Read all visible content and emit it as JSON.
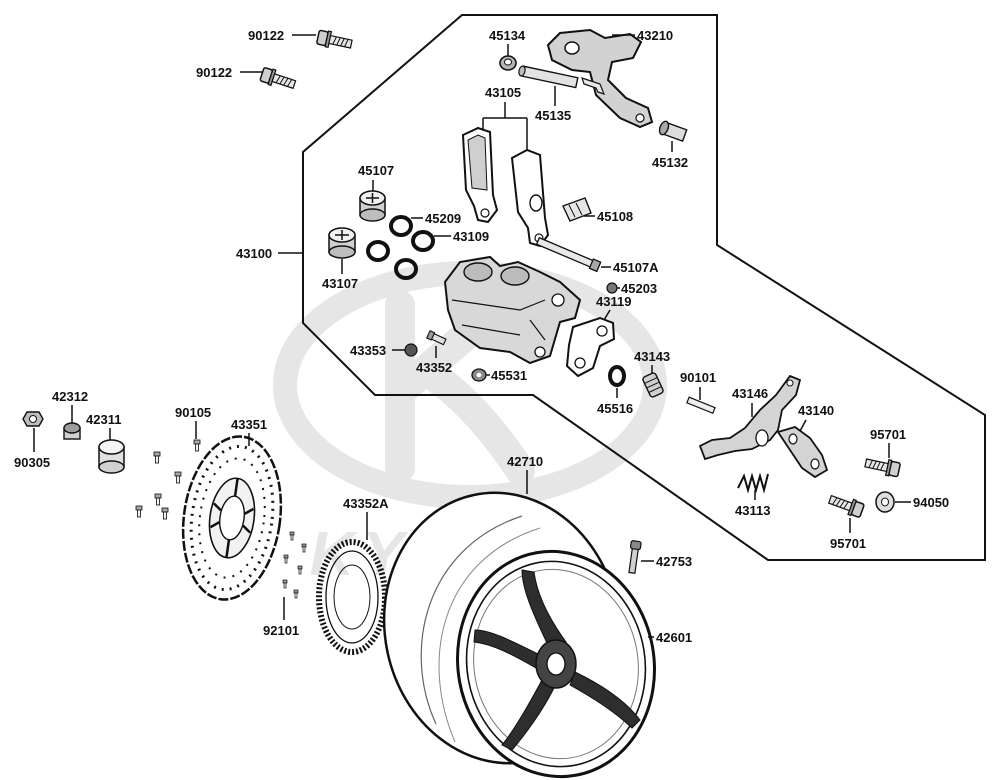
{
  "watermark": "KYMCO",
  "callouts": [
    "90122",
    "90122",
    "45134",
    "43210",
    "43105",
    "45135",
    "45132",
    "45107",
    "45209",
    "43109",
    "45108",
    "43100",
    "43107",
    "45107A",
    "45203",
    "43119",
    "43353",
    "43352",
    "45531",
    "43143",
    "90101",
    "43146",
    "45516",
    "43140",
    "42312",
    "42311",
    "90105",
    "43351",
    "90305",
    "95701",
    "42710",
    "43113",
    "94050",
    "43352A",
    "95701",
    "42753",
    "92101",
    "42601"
  ]
}
